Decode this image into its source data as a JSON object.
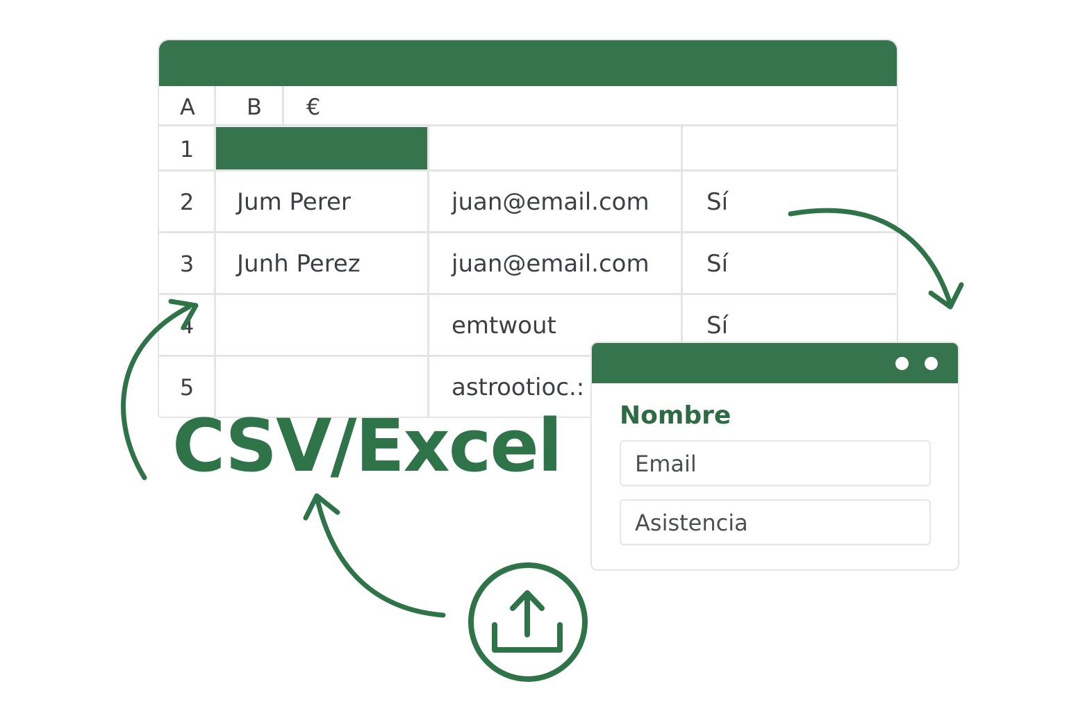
{
  "spreadsheet": {
    "column_headers": [
      "A",
      "B",
      "€"
    ],
    "rows": [
      {
        "number": "1",
        "name": "",
        "email": "",
        "attendance": ""
      },
      {
        "number": "2",
        "name": "Jum Perer",
        "email": "juan@email.com",
        "attendance": "Sí"
      },
      {
        "number": "3",
        "name": "Junh Perez",
        "email": "juan@email.com",
        "attendance": "Sí"
      },
      {
        "number": "4",
        "name": "",
        "email": "emtwout",
        "attendance": "Sí"
      },
      {
        "number": "5",
        "name": "",
        "email": "astrootioc.:",
        "attendance": ""
      }
    ]
  },
  "label": "CSV/Excel",
  "form": {
    "title": "Nombre",
    "fields": [
      {
        "placeholder": "Email"
      },
      {
        "placeholder": "Asistencia"
      }
    ]
  },
  "icons": {
    "upload": "upload-icon",
    "arrow_to_form": "curved-arrow-icon",
    "arrow_to_sheet": "curved-arrow-icon",
    "arrow_to_label": "curved-arrow-icon"
  },
  "colors": {
    "accent": "#36744d",
    "text": "#3c4046",
    "grid": "#e3e5e3"
  }
}
